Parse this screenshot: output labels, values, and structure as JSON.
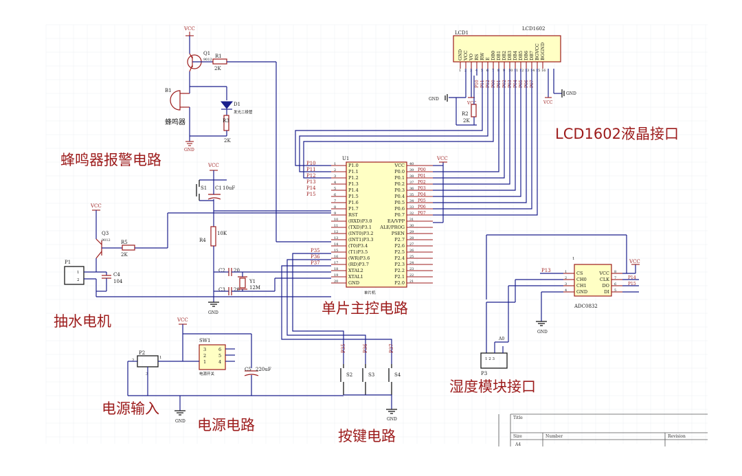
{
  "sections": {
    "buzzer": "蜂鸣器报警电路",
    "lcd": "LCD1602液晶接口",
    "mcu": "单片主控电路",
    "pump": "抽水电机",
    "humidity": "湿度模块接口",
    "power_input": "电源输入",
    "power": "电源电路",
    "keys": "按键电路"
  },
  "nets": {
    "vcc": "VCC",
    "gnd": "GND",
    "p10": "P10",
    "p11": "P11",
    "p12": "P12",
    "p13": "P13",
    "p14": "P14",
    "p15": "P15",
    "p35": "P35",
    "p36": "P36",
    "p37": "P37",
    "p00": "P00",
    "p01": "P01",
    "p02": "P02",
    "p03": "P03",
    "p04": "P04",
    "p05": "P05",
    "p06": "P06",
    "p07": "P07",
    "a0": "A0"
  },
  "components": {
    "q1": "Q1",
    "q1_model": "9012",
    "r1": "R1",
    "r1_val": "2K",
    "b1": "B1",
    "b1_name": "蜂鸣器",
    "d1": "D1",
    "d1_name": "发光二极管",
    "r3": "R3",
    "r3_val": "2K",
    "lcd1": "LCD1",
    "lcd_model": "LCD1602",
    "r2": "R2",
    "r2_val": "2K",
    "u1": "U1",
    "u1_name": "单片机",
    "s1": "S1",
    "c1": "C1",
    "c1_val": "10uF",
    "r4": "R4",
    "r4_val": "10K",
    "c2": "C2",
    "c2_val": "20",
    "c3": "C3",
    "c3_val": "20",
    "y1": "Y1",
    "y1_val": "12M",
    "q3": "Q3",
    "q3_model": "9012",
    "r5": "R5",
    "r5_val": "2K",
    "p1": "P1",
    "c4": "C4",
    "c4_val": "104",
    "adc": "ADC0832",
    "p3": "P3",
    "p2": "P2",
    "sw1": "SW1",
    "sw1_name": "电源开关",
    "c5": "C5",
    "c5_val": "220uF",
    "s2": "S2",
    "s3": "S3",
    "s4": "S4"
  },
  "lcd_pins": [
    "GND",
    "VCC",
    "VO",
    "RS",
    "RW",
    "E",
    "DB0",
    "DB1",
    "DB2",
    "DB3",
    "DB4",
    "DB5",
    "DB6",
    "DB7",
    "BGVCC",
    "BGGND"
  ],
  "lcd_pin_numbers": [
    "1",
    "2",
    "3",
    "4",
    "5",
    "6",
    "7",
    "8",
    "9",
    "10",
    "11",
    "12",
    "13",
    "14",
    "15",
    "16"
  ],
  "lcd_nets": [
    "",
    "",
    "",
    "P10",
    "P11",
    "P12",
    "P00",
    "P01",
    "P02",
    "P03",
    "P04",
    "P05",
    "P06",
    "P07",
    "",
    ""
  ],
  "mcu_left_pins": [
    "P1.0",
    "P1.1",
    "P1.2",
    "P1.3",
    "P1.4",
    "P1.5",
    "P1.6",
    "P1.7",
    "RST",
    "(RXD)P3.0",
    "(TXD)P3.1",
    "(INT0)P3.2",
    "(INT1)P3.3",
    "(T0)P3.4",
    "(T1)P3.5",
    "(WR)P3.6",
    "(RD)P3.7",
    "XTAL2",
    "XTAL1",
    "GND"
  ],
  "mcu_left_nums": [
    "1",
    "2",
    "3",
    "4",
    "5",
    "6",
    "7",
    "8",
    "9",
    "10",
    "11",
    "12",
    "13",
    "14",
    "15",
    "16",
    "17",
    "18",
    "19",
    "20"
  ],
  "mcu_right_pins": [
    "VCC",
    "P0.0",
    "P0.1",
    "P0.2",
    "P0.3",
    "P0.4",
    "P0.5",
    "P0.6",
    "P0.7",
    "EA/VPP",
    "ALE/PROG",
    "PSEN",
    "P2.7",
    "P2.6",
    "P2.5",
    "P2.4",
    "P2.3",
    "P2.2",
    "P2.1",
    "P2.0"
  ],
  "mcu_right_nums": [
    "40",
    "39",
    "38",
    "37",
    "36",
    "35",
    "34",
    "33",
    "32",
    "31",
    "30",
    "29",
    "28",
    "27",
    "26",
    "25",
    "24",
    "23",
    "22",
    "21"
  ],
  "mcu_left_nets": [
    "P10",
    "P11",
    "P12",
    "P13",
    "P14",
    "P15",
    "",
    "",
    "",
    "",
    "",
    "",
    "",
    "",
    "",
    "",
    "",
    "",
    "",
    ""
  ],
  "mcu_right_nets": [
    "",
    "P00",
    "P01",
    "P02",
    "P03",
    "P04",
    "P05",
    "P06",
    "P07",
    "",
    "",
    "",
    "",
    "",
    "",
    "",
    "",
    "",
    "",
    ""
  ],
  "adc_left_pins": [
    "CS",
    "CH0",
    "CH1",
    "GND"
  ],
  "adc_left_nums": [
    "1",
    "2",
    "3",
    "4"
  ],
  "adc_right_pins": [
    "VCC",
    "CLK",
    "DO",
    "DI"
  ],
  "adc_right_nums": [
    "8",
    "7",
    "6",
    "5"
  ],
  "adc_right_nets": [
    "",
    "P14",
    "P15",
    ""
  ],
  "title_block": {
    "title": "Title",
    "size": "Size",
    "size_val": "A4",
    "number": "Number",
    "revision": "Revision"
  }
}
